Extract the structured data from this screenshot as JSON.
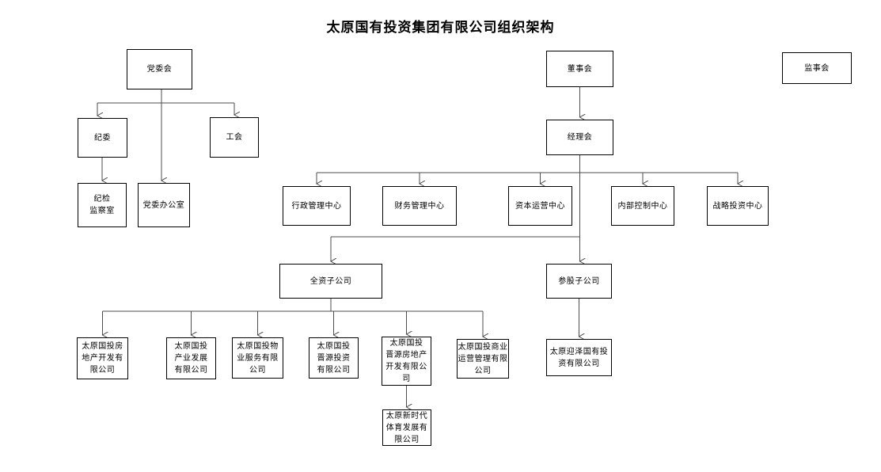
{
  "title": "太原国有投资集团有限公司组织架构",
  "nodes": {
    "dangweihui": {
      "label": "党委会"
    },
    "dongshihui": {
      "label": "董事会"
    },
    "jianshihui": {
      "label": "监事会"
    },
    "jiwei": {
      "label": "纪委"
    },
    "gonghui": {
      "label": "工会"
    },
    "jinglihui": {
      "label": "经理会"
    },
    "jijianjianchashi": {
      "label": [
        "纪检",
        "监察室"
      ]
    },
    "dangweibangongshi": {
      "label": "党委办公室"
    },
    "xingzhengguanli": {
      "label": "行政管理中心"
    },
    "caiwuguanli": {
      "label": "财务管理中心"
    },
    "zibenyunying": {
      "label": "资本运营中心"
    },
    "neibukongzhi": {
      "label": "内部控制中心"
    },
    "zhanluetouzi": {
      "label": "战略投资中心"
    },
    "quanzizigongsi": {
      "label": "全资子公司"
    },
    "canguzigongsi": {
      "label": "参股子公司"
    },
    "fangdichan": {
      "label": [
        "太原国投房",
        "地产开发有",
        "限公司"
      ]
    },
    "chanyefazhan": {
      "label": [
        "太原国投",
        "产业发展",
        "有限公司"
      ]
    },
    "wuyefuwu": {
      "label": [
        "太原国投物",
        "业服务有限",
        "公司"
      ]
    },
    "jinyuantouzi": {
      "label": [
        "太原国投",
        "晋源投资",
        "有限公司"
      ]
    },
    "jinyuanfangdichan": {
      "label": [
        "太原国投",
        "晋源房地产",
        "开发有限公",
        "司"
      ]
    },
    "shangyeyunying": {
      "label": [
        "太原国投商业",
        "运营管理有限",
        "公司"
      ]
    },
    "yingzeguoyou": {
      "label": [
        "太原迎泽国有投",
        "资有限公司"
      ]
    },
    "xinshidaitiyu": {
      "label": [
        "太原新时代",
        "体育发展有",
        "限公司"
      ]
    }
  },
  "colors": {
    "line": "#4d4d4d",
    "box_border": "#000000",
    "background": "#ffffff"
  }
}
